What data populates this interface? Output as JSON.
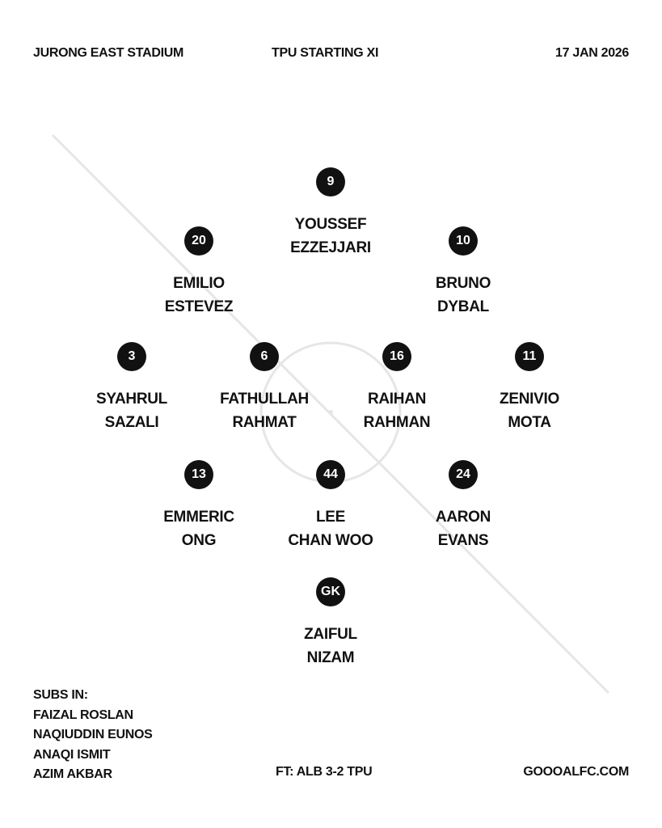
{
  "header": {
    "venue": "JURONG EAST STADIUM",
    "title": "TPU STARTING XI",
    "date": "17 JAN 2026"
  },
  "players": [
    {
      "number": "9",
      "first": "YOUSSEF",
      "last": "EZZEJJARI"
    },
    {
      "number": "20",
      "first": "EMILIO",
      "last": "ESTEVEZ"
    },
    {
      "number": "10",
      "first": "BRUNO",
      "last": "DYBAL"
    },
    {
      "number": "3",
      "first": "SYAHRUL",
      "last": "SAZALI"
    },
    {
      "number": "6",
      "first": "FATHULLAH",
      "last": "RAHMAT"
    },
    {
      "number": "16",
      "first": "RAIHAN",
      "last": "RAHMAN"
    },
    {
      "number": "11",
      "first": "ZENIVIO",
      "last": "MOTA"
    },
    {
      "number": "13",
      "first": "EMMERIC",
      "last": "ONG"
    },
    {
      "number": "44",
      "first": "LEE",
      "last": "CHAN WOO"
    },
    {
      "number": "24",
      "first": "AARON",
      "last": "EVANS"
    },
    {
      "number": "GK",
      "first": "ZAIFUL",
      "last": "NIZAM"
    }
  ],
  "subs": {
    "label": "SUBS IN:",
    "names": [
      "FAIZAL ROSLAN",
      "NAQIUDDIN EUNOS",
      "ANAQI ISMIT",
      "AZIM AKBAR"
    ]
  },
  "footer": {
    "result": "FT: ALB 3-2 TPU",
    "website": "GOOOALFC.COM"
  }
}
